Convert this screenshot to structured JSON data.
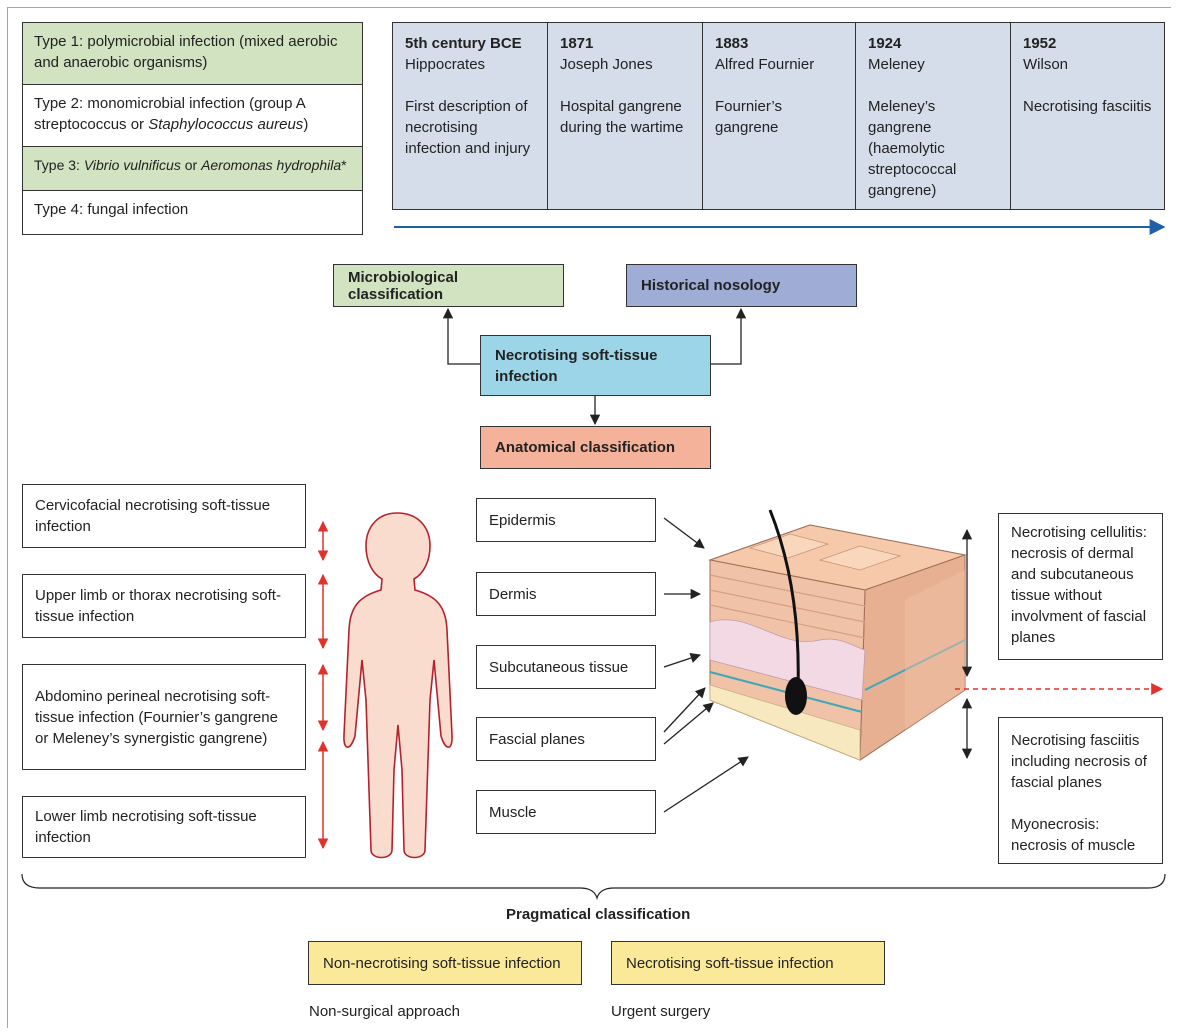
{
  "microbiological": {
    "types": [
      {
        "prefix": "Type 1: polymicrobial infection (mixed aerobic and anaerobic organisms)",
        "italic": "",
        "mid": "",
        "italic2": "",
        "suffix": ""
      },
      {
        "prefix": "Type 2: monomicrobial infection (group A streptococcus or ",
        "italic": "Staphylococcus aureus",
        "mid": "",
        "italic2": "",
        "suffix": ")"
      },
      {
        "prefix": "Type 3: ",
        "italic": "Vibrio vulnificus",
        "mid": " or  ",
        "italic2": "Aeromonas hydrophila",
        "suffix": "*"
      },
      {
        "prefix": "Type 4: fungal infection",
        "italic": "",
        "mid": "",
        "italic2": "",
        "suffix": ""
      }
    ]
  },
  "timeline": [
    {
      "year": "5th century BCE",
      "name": "Hippocrates",
      "desc": "First description of necrotising infection and injury"
    },
    {
      "year": "1871",
      "name": "Joseph Jones",
      "desc": "Hospital gangrene during the wartime"
    },
    {
      "year": "1883",
      "name": "Alfred Fournier",
      "desc": "Fournier’s gangrene"
    },
    {
      "year": "1924",
      "name": "Meleney",
      "desc": "Meleney’s gangrene (haemolytic streptococcal gangrene)"
    },
    {
      "year": "1952",
      "name": "Wilson",
      "desc": "Necrotising fasciitis"
    }
  ],
  "center": {
    "micro_label": "Microbiological classification",
    "hist_label": "Historical nosology",
    "nsti_label": "Necrotising soft-tissue infection",
    "anat_label": "Anatomical classification"
  },
  "regions": [
    "Cervicofacial necrotising soft-tissue infection",
    "Upper limb or thorax necrotising soft-tissue infection",
    "Abdomino perineal necrotising soft-tissue infection (Fournier’s gangrene or Meleney’s synergistic gangrene)",
    "Lower limb necrotising soft-tissue infection"
  ],
  "layers": [
    "Epidermis",
    "Dermis",
    "Subcutaneous tissue",
    "Fascial planes",
    "Muscle"
  ],
  "outcomes": {
    "cellulitis": "Necrotising cellulitis: necrosis of dermal and subcutaneous tissue without involvment of fascial planes",
    "fasciitis": "Necrotising fasciitis including necrosis of fascial planes",
    "myonecrosis": "Myonecrosis: necrosis of muscle"
  },
  "pragmatic": {
    "title": "Pragmatical classification",
    "non_necrotising": "Non-necrotising soft-tissue infection",
    "necrotising": "Necrotising soft-tissue infection",
    "non_surgical": "Non-surgical approach",
    "urgent": "Urgent surgery"
  },
  "colors": {
    "green": "#d2e3c2",
    "timeline": "#d5dcea",
    "historical": "#9facd6",
    "nsti": "#9cd4e8",
    "anatomical": "#f4b29a",
    "yellow": "#fbe99a",
    "red_arrow": "#e2302a",
    "blue_arrow": "#1f5fa8"
  }
}
